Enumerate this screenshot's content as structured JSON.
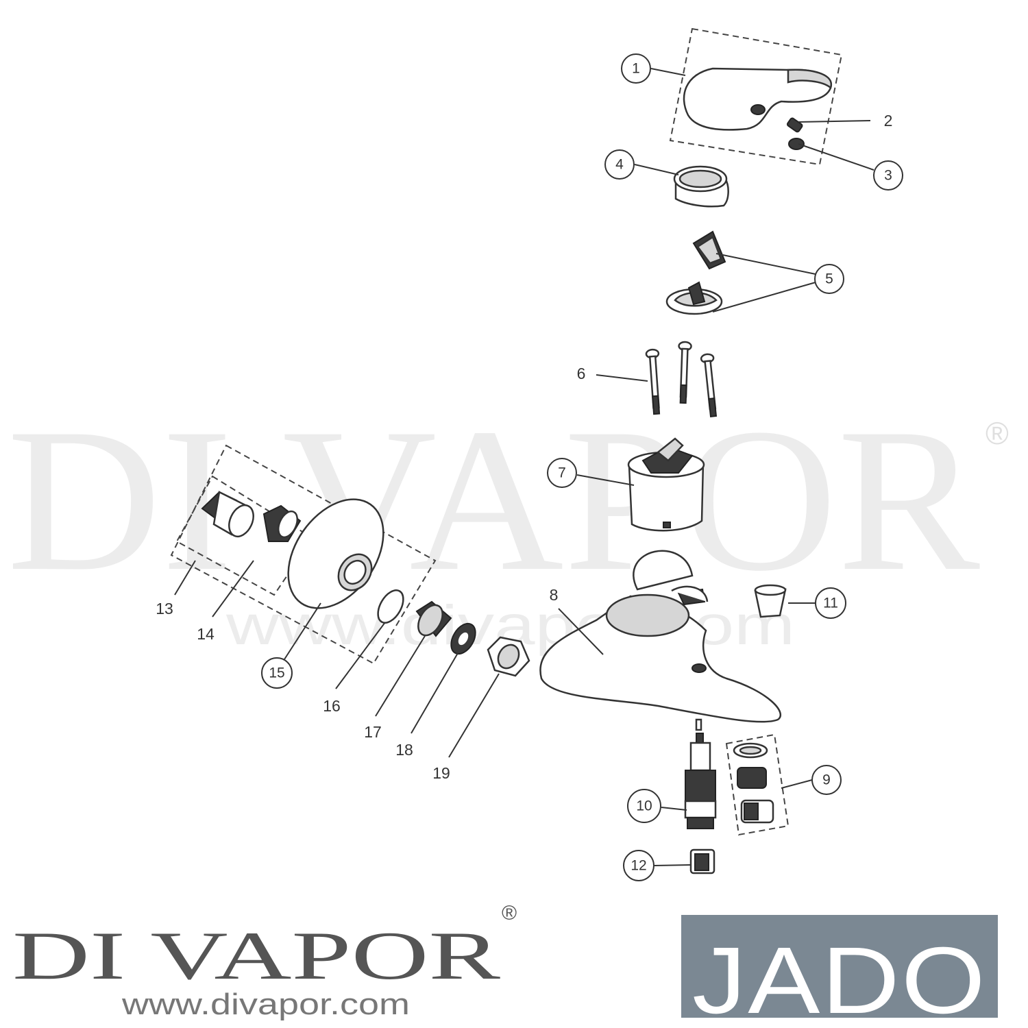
{
  "watermark": {
    "brand": "DI VAPOR",
    "registered": "®",
    "url": "www.divapor.com"
  },
  "footer": {
    "brand": "DI VAPOR",
    "registered": "®",
    "url": "www.divapor.com",
    "logo_text": "JADO",
    "logo_accent": "`",
    "logo_bg": "#7b8893"
  },
  "callouts": [
    {
      "id": "1",
      "circled": true
    },
    {
      "id": "2",
      "circled": false
    },
    {
      "id": "3",
      "circled": true
    },
    {
      "id": "4",
      "circled": true
    },
    {
      "id": "5",
      "circled": true
    },
    {
      "id": "6",
      "circled": false
    },
    {
      "id": "7",
      "circled": true
    },
    {
      "id": "8",
      "circled": false
    },
    {
      "id": "9",
      "circled": true
    },
    {
      "id": "10",
      "circled": true
    },
    {
      "id": "11",
      "circled": true
    },
    {
      "id": "12",
      "circled": true
    },
    {
      "id": "13",
      "circled": false
    },
    {
      "id": "14",
      "circled": false
    },
    {
      "id": "15",
      "circled": true
    },
    {
      "id": "16",
      "circled": false
    },
    {
      "id": "17",
      "circled": false
    },
    {
      "id": "18",
      "circled": false
    },
    {
      "id": "19",
      "circled": false
    }
  ]
}
